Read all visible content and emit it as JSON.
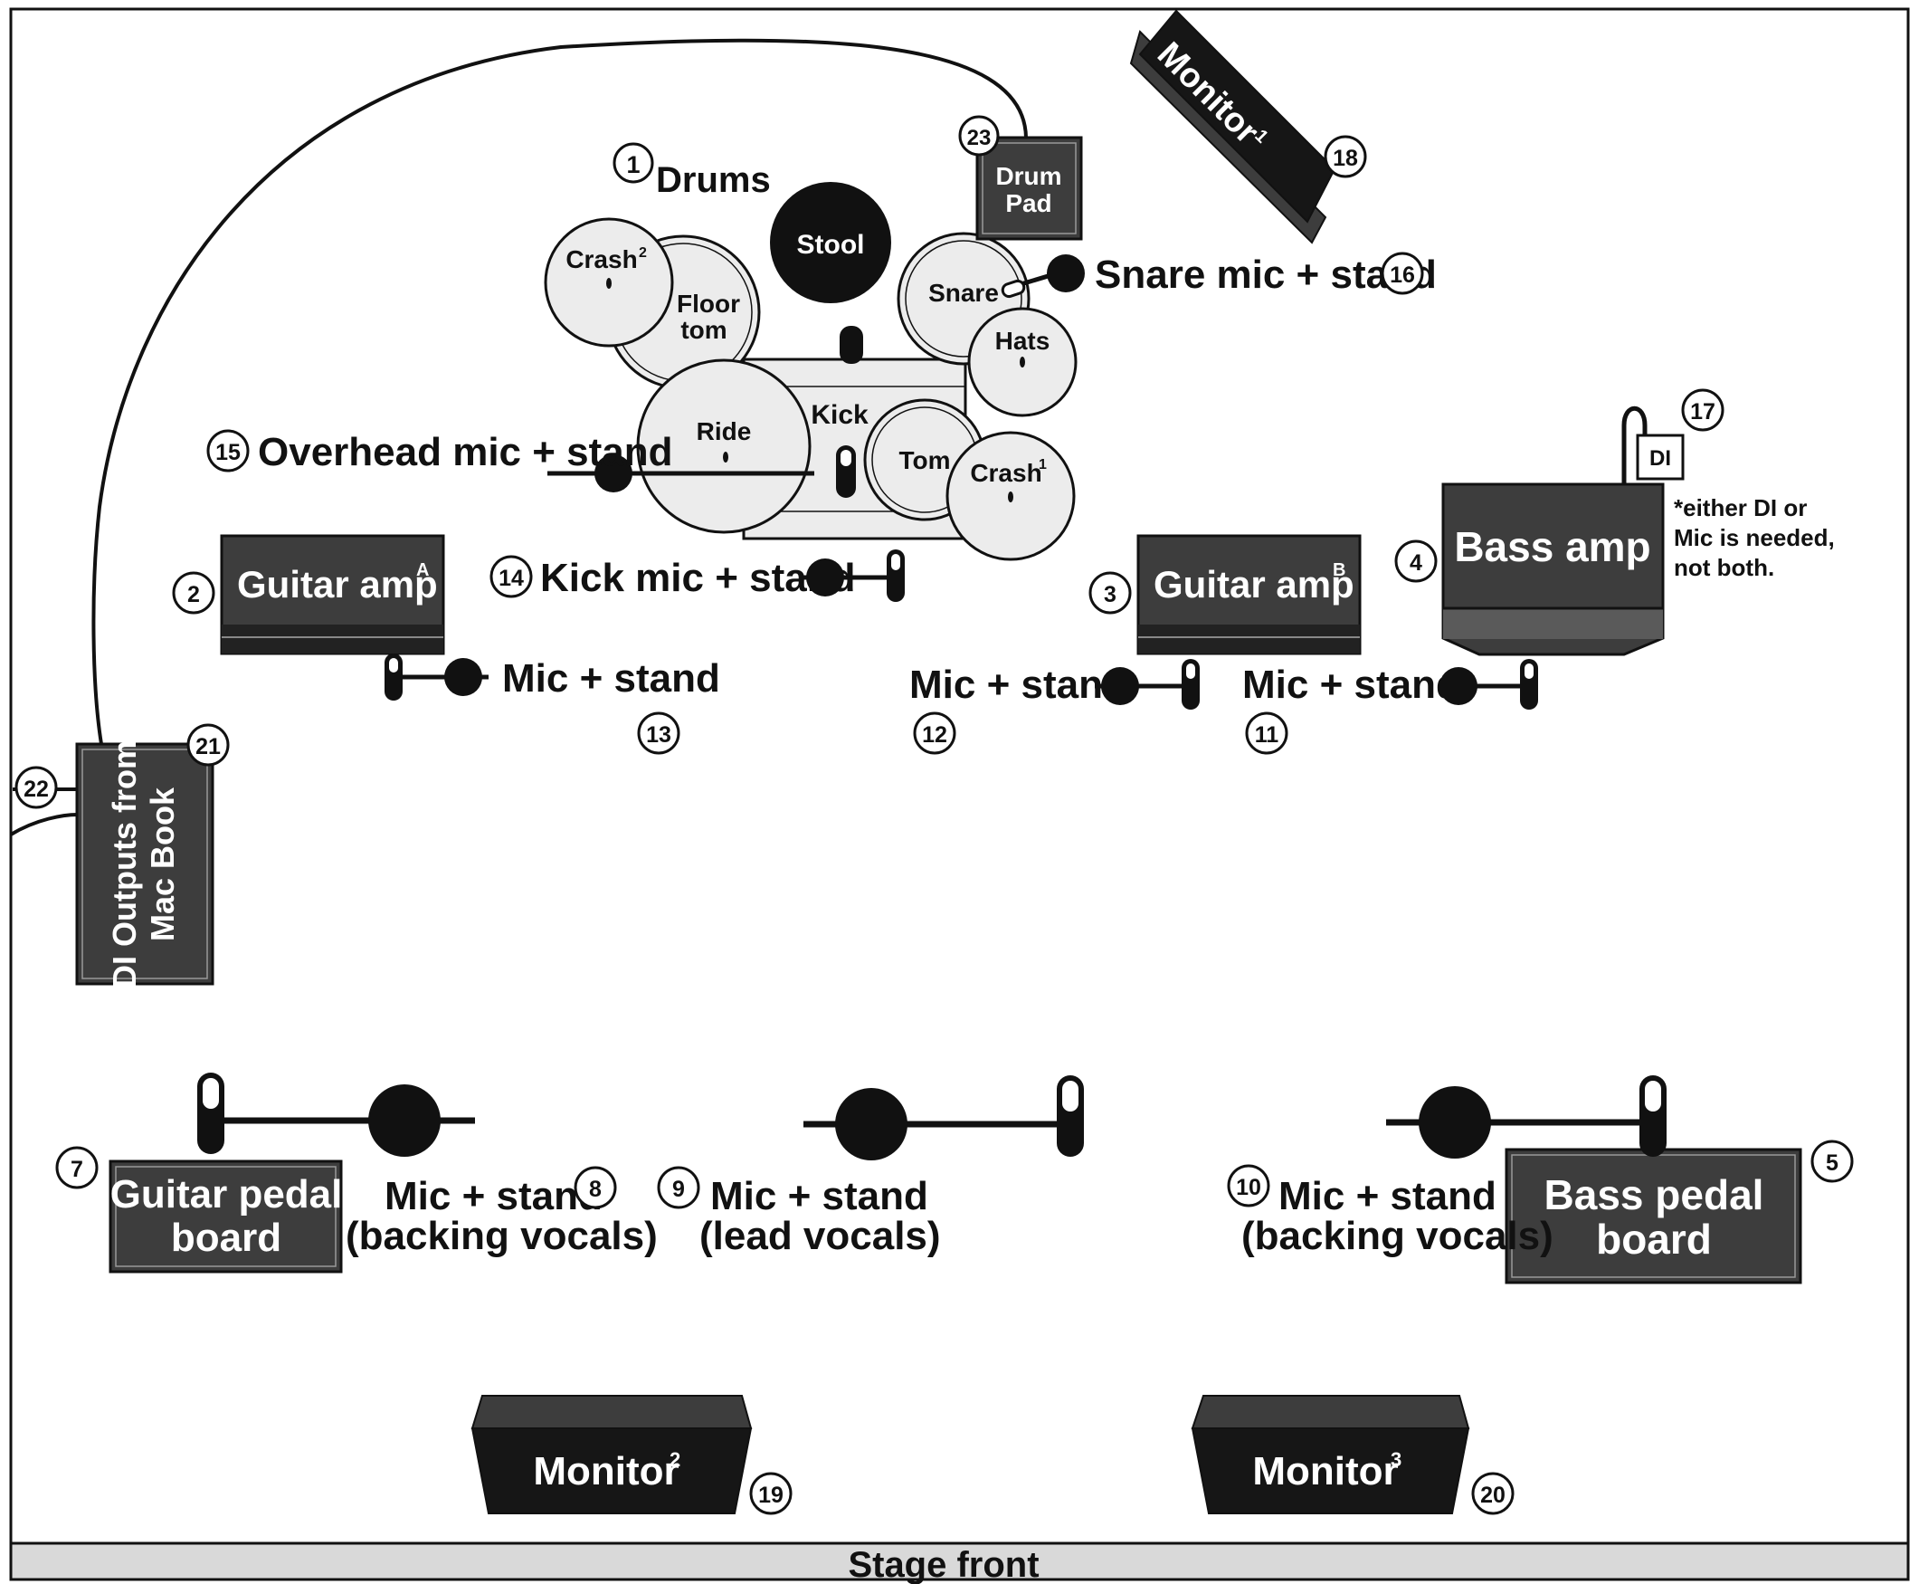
{
  "stage_front": "Stage front",
  "drums": {
    "number": "1",
    "title": "Drums",
    "stool": "Stool",
    "crash2": "Crash",
    "crash2_sup": "2",
    "floor_tom_1": "Floor",
    "floor_tom_2": "tom",
    "snare": "Snare",
    "hats": "Hats",
    "kick": "Kick",
    "ride": "Ride",
    "tom": "Tom",
    "crash1": "Crash",
    "crash1_sup": "1"
  },
  "drum_pad": {
    "number": "23",
    "line1": "Drum",
    "line2": "Pad"
  },
  "monitor1": {
    "number": "18",
    "label": "Monitor",
    "sup": "1"
  },
  "monitor2": {
    "number": "19",
    "label": "Monitor",
    "sup": "2"
  },
  "monitor3": {
    "number": "20",
    "label": "Monitor",
    "sup": "3"
  },
  "snare_mic": {
    "number": "16",
    "label": "Snare mic + stand"
  },
  "overhead_mic": {
    "number": "15",
    "label": "Overhead mic + stand"
  },
  "kick_mic": {
    "number": "14",
    "label": "Kick mic + stand"
  },
  "guitar_amp_a": {
    "number": "2",
    "label": "Guitar amp",
    "sup": "A"
  },
  "guitar_amp_b": {
    "number": "3",
    "label": "Guitar amp",
    "sup": "B"
  },
  "bass_amp": {
    "number": "4",
    "label": "Bass amp"
  },
  "di_box": {
    "number": "17",
    "label": "DI"
  },
  "di_note": {
    "line1": "*either DI or",
    "line2": "Mic is needed,",
    "line3": "not both."
  },
  "mic13": {
    "number": "13",
    "label": "Mic + stand"
  },
  "mic12": {
    "number": "12",
    "label": "Mic + stand"
  },
  "mic11": {
    "number": "11",
    "label": "Mic + stand"
  },
  "di_outputs": {
    "number": "21",
    "line1": "DI Outputs from",
    "line2": "Mac Book"
  },
  "cable_22": {
    "number": "22"
  },
  "guitar_pedal": {
    "number": "7",
    "line1": "Guitar pedal",
    "line2": "board"
  },
  "bass_pedal": {
    "number": "5",
    "line1": "Bass pedal",
    "line2": "board"
  },
  "mic8": {
    "number": "8",
    "line1": "Mic + stand",
    "line2": "(backing vocals)"
  },
  "mic9": {
    "number": "9",
    "line1": "Mic + stand",
    "line2": "(lead vocals)"
  },
  "mic10": {
    "number": "10",
    "line1": "Mic + stand",
    "line2": "(backing vocals)"
  },
  "colors": {
    "equipment": "#3d3d3d",
    "monitor": "#161616",
    "drum_head": "#ececec",
    "stage_front_bar": "#d9d9d9"
  }
}
